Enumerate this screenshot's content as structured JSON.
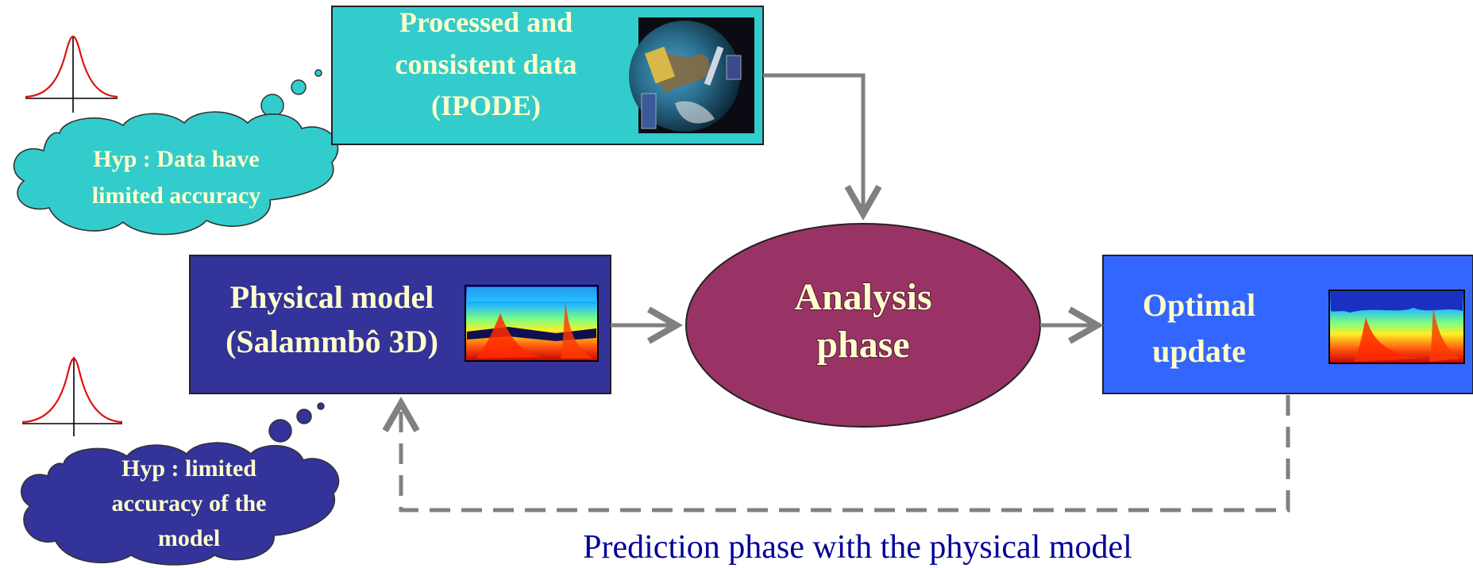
{
  "data_box": {
    "lines": [
      "Processed and",
      "consistent data",
      "(IPODE)"
    ]
  },
  "model_box": {
    "lines": [
      "Physical model",
      "(Salammbô 3D)"
    ]
  },
  "analysis": {
    "lines": [
      "Analysis",
      "phase"
    ]
  },
  "update_box": {
    "lines": [
      "Optimal",
      "update"
    ]
  },
  "data_cloud": {
    "lines": [
      "Hyp : Data have",
      "limited accuracy"
    ]
  },
  "model_cloud": {
    "lines": [
      "Hyp : limited",
      "accuracy of the",
      "model"
    ]
  },
  "caption": "Prediction phase with the physical model",
  "colors": {
    "data_box": "#33CCCC",
    "model_box": "#333399",
    "analysis": "#993366",
    "update_box": "#3366FF",
    "label_text": "#FFFFCC",
    "arrow": "#808080",
    "caption": "#000099",
    "gaussian": "#E01010"
  },
  "icons": [
    "gaussian-curve-icon",
    "satellite-earth-image",
    "heatmap-thumbnail"
  ]
}
